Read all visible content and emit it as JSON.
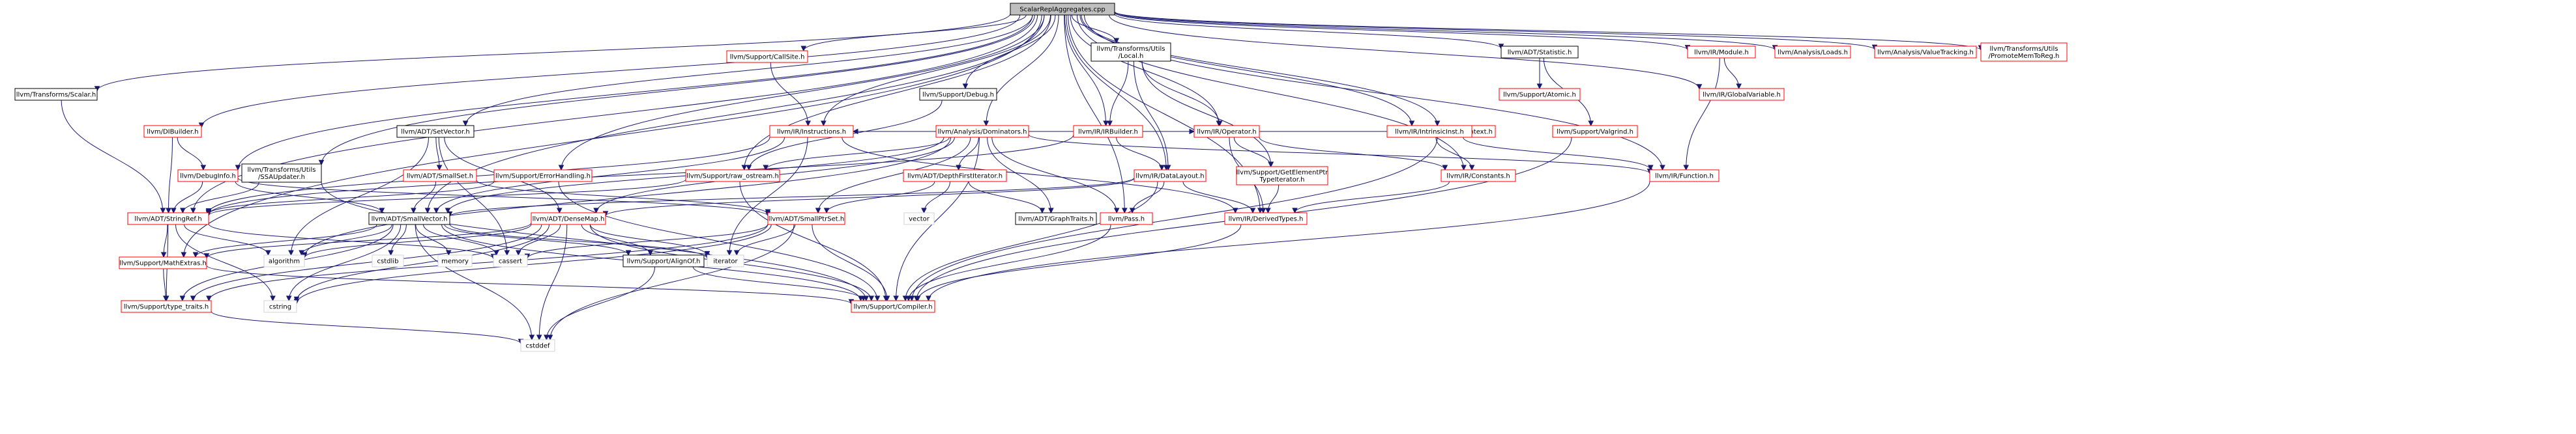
{
  "diagram": {
    "title": "ScalarReplAggregates.cpp",
    "colors": {
      "root_fill": "#bfbfbf",
      "node_stroke_red": "#ff0000",
      "node_stroke_black": "#000000",
      "system_stroke": "#d3d3d3",
      "edge": "#191970",
      "text": "#000000"
    },
    "nodes": [
      {
        "id": "root",
        "lines": [
          "ScalarReplAggregates.cpp"
        ],
        "kind": "root"
      },
      {
        "id": "stringref",
        "lines": [
          "llvm/ADT/StringRef.h"
        ],
        "kind": "red"
      },
      {
        "id": "smallvector",
        "lines": [
          "llvm/ADT/SmallVector.h"
        ],
        "kind": "black"
      },
      {
        "id": "densemap",
        "lines": [
          "llvm/ADT/DenseMap.h"
        ],
        "kind": "red"
      },
      {
        "id": "smallptrset",
        "lines": [
          "llvm/ADT/SmallPtrSet.h"
        ],
        "kind": "red"
      },
      {
        "id": "alignof",
        "lines": [
          "llvm/Support/AlignOf.h"
        ],
        "kind": "black"
      },
      {
        "id": "mathextras",
        "lines": [
          "llvm/Support/MathExtras.h"
        ],
        "kind": "red"
      },
      {
        "id": "typetraits",
        "lines": [
          "llvm/Support/type_traits.h"
        ],
        "kind": "red"
      },
      {
        "id": "compiler",
        "lines": [
          "llvm/Support/Compiler.h"
        ],
        "kind": "red"
      },
      {
        "id": "pass",
        "lines": [
          "llvm/Pass.h"
        ],
        "kind": "red"
      },
      {
        "id": "derivedtypes",
        "lines": [
          "llvm/IR/DerivedTypes.h"
        ],
        "kind": "red"
      },
      {
        "id": "graphtraits",
        "lines": [
          "llvm/ADT/GraphTraits.h"
        ],
        "kind": "black"
      },
      {
        "id": "algorithm",
        "lines": [
          "algorithm"
        ],
        "kind": "system"
      },
      {
        "id": "cstdlib",
        "lines": [
          "cstdlib"
        ],
        "kind": "system"
      },
      {
        "id": "memory",
        "lines": [
          "memory"
        ],
        "kind": "system"
      },
      {
        "id": "cassert",
        "lines": [
          "cassert"
        ],
        "kind": "system"
      },
      {
        "id": "iterator",
        "lines": [
          "iterator"
        ],
        "kind": "system"
      },
      {
        "id": "vector",
        "lines": [
          "vector"
        ],
        "kind": "system"
      },
      {
        "id": "cstring",
        "lines": [
          "cstring"
        ],
        "kind": "system"
      },
      {
        "id": "cstddef",
        "lines": [
          "cstddef"
        ],
        "kind": "system"
      },
      {
        "id": "debugloc",
        "lines": [
          "llvm/DebugInfo.h"
        ],
        "kind": "red"
      },
      {
        "id": "ssaupdater",
        "lines": [
          "llvm/Transforms/Utils",
          "/SSAUpdater.h"
        ],
        "kind": "black"
      },
      {
        "id": "smallset",
        "lines": [
          "llvm/ADT/SmallSet.h"
        ],
        "kind": "red"
      },
      {
        "id": "errorhandling",
        "lines": [
          "llvm/Support/ErrorHandling.h"
        ],
        "kind": "red"
      },
      {
        "id": "rawostream",
        "lines": [
          "llvm/Support/raw_ostream.h"
        ],
        "kind": "red"
      },
      {
        "id": "depthfirst",
        "lines": [
          "llvm/ADT/DepthFirstIterator.h"
        ],
        "kind": "red"
      },
      {
        "id": "datalayout",
        "lines": [
          "llvm/IR/DataLayout.h"
        ],
        "kind": "red"
      },
      {
        "id": "gepti",
        "lines": [
          "llvm/Support/GetElementPtr",
          "TypeIterator.h"
        ],
        "kind": "red"
      },
      {
        "id": "constants",
        "lines": [
          "llvm/IR/Constants.h"
        ],
        "kind": "red"
      },
      {
        "id": "function",
        "lines": [
          "llvm/IR/Function.h"
        ],
        "kind": "red"
      },
      {
        "id": "dibuilder",
        "lines": [
          "llvm/DIBuilder.h"
        ],
        "kind": "red"
      },
      {
        "id": "setvector",
        "lines": [
          "llvm/ADT/SetVector.h"
        ],
        "kind": "black"
      },
      {
        "id": "instructions",
        "lines": [
          "llvm/IR/Instructions.h"
        ],
        "kind": "red"
      },
      {
        "id": "dominators",
        "lines": [
          "llvm/Analysis/Dominators.h"
        ],
        "kind": "red"
      },
      {
        "id": "operator",
        "lines": [
          "llvm/IR/Operator.h"
        ],
        "kind": "red"
      },
      {
        "id": "llvmcontext",
        "lines": [
          "llvm/IR/LLVMContext.h"
        ],
        "kind": "red"
      },
      {
        "id": "valgrind",
        "lines": [
          "llvm/Support/Valgrind.h"
        ],
        "kind": "red"
      },
      {
        "id": "tscalar",
        "lines": [
          "llvm/Transforms/Scalar.h"
        ],
        "kind": "black"
      },
      {
        "id": "supportdebug",
        "lines": [
          "llvm/Support/Debug.h"
        ],
        "kind": "black"
      },
      {
        "id": "irbuilder",
        "lines": [
          "llvm/IR/IRBuilder.h"
        ],
        "kind": "red"
      },
      {
        "id": "intrinsicinst",
        "lines": [
          "llvm/IR/IntrinsicInst.h"
        ],
        "kind": "red"
      },
      {
        "id": "atomic",
        "lines": [
          "llvm/Support/Atomic.h"
        ],
        "kind": "red"
      },
      {
        "id": "globalvariable",
        "lines": [
          "llvm/IR/GlobalVariable.h"
        ],
        "kind": "red"
      },
      {
        "id": "callsite",
        "lines": [
          "llvm/Support/CallSite.h"
        ],
        "kind": "red"
      },
      {
        "id": "tulocal",
        "lines": [
          "llvm/Transforms/Utils",
          "/Local.h"
        ],
        "kind": "black"
      },
      {
        "id": "statistic",
        "lines": [
          "llvm/ADT/Statistic.h"
        ],
        "kind": "black"
      },
      {
        "id": "module",
        "lines": [
          "llvm/IR/Module.h"
        ],
        "kind": "red"
      },
      {
        "id": "loads",
        "lines": [
          "llvm/Analysis/Loads.h"
        ],
        "kind": "red"
      },
      {
        "id": "valuetracking",
        "lines": [
          "llvm/Analysis/ValueTracking.h"
        ],
        "kind": "red"
      },
      {
        "id": "promotemem",
        "lines": [
          "llvm/Transforms/Utils",
          "/PromoteMemToReg.h"
        ],
        "kind": "red"
      }
    ],
    "edges": [
      [
        "root",
        "tscalar"
      ],
      [
        "root",
        "dibuilder"
      ],
      [
        "root",
        "debugloc"
      ],
      [
        "root",
        "ssaupdater"
      ],
      [
        "root",
        "setvector"
      ],
      [
        "root",
        "callsite"
      ],
      [
        "root",
        "supportdebug"
      ],
      [
        "root",
        "errorhandling"
      ],
      [
        "root",
        "rawostream"
      ],
      [
        "root",
        "dominators"
      ],
      [
        "root",
        "tulocal"
      ],
      [
        "root",
        "irbuilder"
      ],
      [
        "root",
        "operator"
      ],
      [
        "root",
        "datalayout"
      ],
      [
        "root",
        "intrinsicinst"
      ],
      [
        "root",
        "llvmcontext"
      ],
      [
        "root",
        "statistic"
      ],
      [
        "root",
        "module"
      ],
      [
        "root",
        "loads"
      ],
      [
        "root",
        "valuetracking"
      ],
      [
        "root",
        "promotemem"
      ],
      [
        "root",
        "function"
      ],
      [
        "root",
        "constants"
      ],
      [
        "root",
        "derivedtypes"
      ],
      [
        "root",
        "pass"
      ],
      [
        "root",
        "globalvariable"
      ],
      [
        "root",
        "instructions"
      ],
      [
        "root",
        "stringref"
      ],
      [
        "root",
        "smallvector"
      ],
      [
        "root",
        "mathextras"
      ],
      [
        "tscalar",
        "stringref"
      ],
      [
        "dibuilder",
        "debugloc"
      ],
      [
        "dibuilder",
        "stringref"
      ],
      [
        "debugloc",
        "stringref"
      ],
      [
        "debugloc",
        "smallptrset"
      ],
      [
        "debugloc",
        "smallvector"
      ],
      [
        "ssaupdater",
        "stringref"
      ],
      [
        "ssaupdater",
        "compiler"
      ],
      [
        "setvector",
        "smallset"
      ],
      [
        "setvector",
        "densemap"
      ],
      [
        "setvector",
        "algorithm"
      ],
      [
        "setvector",
        "cassert"
      ],
      [
        "smallset",
        "smallvector"
      ],
      [
        "smallset",
        "smallptrset"
      ],
      [
        "callsite",
        "instructions"
      ],
      [
        "supportdebug",
        "rawostream"
      ],
      [
        "instructions",
        "stringref"
      ],
      [
        "instructions",
        "derivedtypes"
      ],
      [
        "instructions",
        "iterator"
      ],
      [
        "instructions",
        "smallvector"
      ],
      [
        "errorhandling",
        "stringref"
      ],
      [
        "errorhandling",
        "compiler"
      ],
      [
        "rawostream",
        "stringref"
      ],
      [
        "rawostream",
        "compiler"
      ],
      [
        "dominators",
        "depthfirst"
      ],
      [
        "dominators",
        "graphtraits"
      ],
      [
        "dominators",
        "smallvector"
      ],
      [
        "dominators",
        "densemap"
      ],
      [
        "dominators",
        "smallptrset"
      ],
      [
        "dominators",
        "pass"
      ],
      [
        "dominators",
        "function"
      ],
      [
        "dominators",
        "rawostream"
      ],
      [
        "dominators",
        "algorithm"
      ],
      [
        "dominators",
        "compiler"
      ],
      [
        "depthfirst",
        "smallptrset"
      ],
      [
        "depthfirst",
        "graphtraits"
      ],
      [
        "depthfirst",
        "vector"
      ],
      [
        "tulocal",
        "irbuilder"
      ],
      [
        "tulocal",
        "datalayout"
      ],
      [
        "tulocal",
        "operator"
      ],
      [
        "tulocal",
        "gepti"
      ],
      [
        "irbuilder",
        "instructions"
      ],
      [
        "irbuilder",
        "operator"
      ],
      [
        "irbuilder",
        "datalayout"
      ],
      [
        "irbuilder",
        "llvmcontext"
      ],
      [
        "irbuilder",
        "stringref"
      ],
      [
        "operator",
        "gepti"
      ],
      [
        "operator",
        "derivedtypes"
      ],
      [
        "operator",
        "constants"
      ],
      [
        "datalayout",
        "derivedtypes"
      ],
      [
        "datalayout",
        "densemap"
      ],
      [
        "datalayout",
        "pass"
      ],
      [
        "datalayout",
        "smallvector"
      ],
      [
        "datalayout",
        "compiler"
      ],
      [
        "gepti",
        "derivedtypes"
      ],
      [
        "intrinsicinst",
        "constants"
      ],
      [
        "intrinsicinst",
        "function"
      ],
      [
        "intrinsicinst",
        "instructions"
      ],
      [
        "llvmcontext",
        "compiler"
      ],
      [
        "statistic",
        "atomic"
      ],
      [
        "statistic",
        "valgrind"
      ],
      [
        "valgrind",
        "compiler"
      ],
      [
        "module",
        "globalvariable"
      ],
      [
        "module",
        "function"
      ],
      [
        "function",
        "compiler"
      ],
      [
        "constants",
        "derivedtypes"
      ],
      [
        "derivedtypes",
        "compiler"
      ],
      [
        "pass",
        "compiler"
      ],
      [
        "stringref",
        "algorithm"
      ],
      [
        "stringref",
        "cassert"
      ],
      [
        "stringref",
        "cstring"
      ],
      [
        "stringref",
        "typetraits"
      ],
      [
        "stringref",
        "mathextras"
      ],
      [
        "smallvector",
        "typetraits"
      ],
      [
        "smallvector",
        "mathextras"
      ],
      [
        "smallvector",
        "alignof"
      ],
      [
        "smallvector",
        "compiler"
      ],
      [
        "smallvector",
        "algorithm"
      ],
      [
        "smallvector",
        "cassert"
      ],
      [
        "smallvector",
        "cstddef"
      ],
      [
        "smallvector",
        "cstdlib"
      ],
      [
        "smallvector",
        "cstring"
      ],
      [
        "smallvector",
        "iterator"
      ],
      [
        "smallvector",
        "memory"
      ],
      [
        "densemap",
        "alignof"
      ],
      [
        "densemap",
        "compiler"
      ],
      [
        "densemap",
        "mathextras"
      ],
      [
        "densemap",
        "typetraits"
      ],
      [
        "densemap",
        "algorithm"
      ],
      [
        "densemap",
        "cassert"
      ],
      [
        "densemap",
        "cstddef"
      ],
      [
        "densemap",
        "cstring"
      ],
      [
        "densemap",
        "iterator"
      ],
      [
        "smallptrset",
        "compiler"
      ],
      [
        "smallptrset",
        "cassert"
      ],
      [
        "smallptrset",
        "cstddef"
      ],
      [
        "smallptrset",
        "cstring"
      ],
      [
        "smallptrset",
        "iterator"
      ],
      [
        "smallptrset",
        "typetraits"
      ],
      [
        "alignof",
        "compiler"
      ],
      [
        "alignof",
        "cstddef"
      ],
      [
        "mathextras",
        "compiler"
      ],
      [
        "mathextras",
        "typetraits"
      ],
      [
        "typetraits",
        "cstddef"
      ]
    ]
  }
}
